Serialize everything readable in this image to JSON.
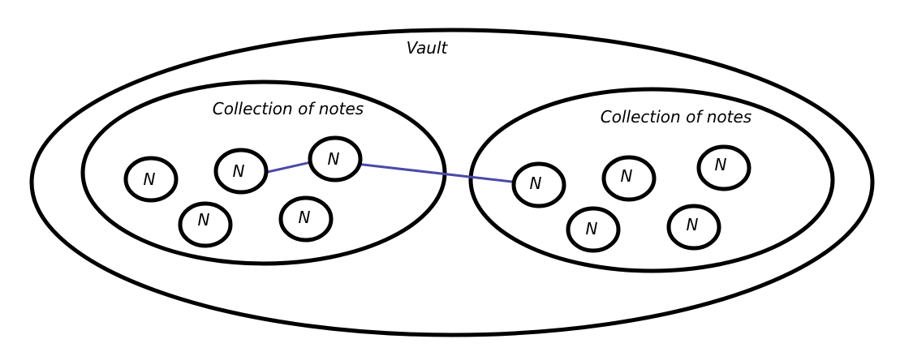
{
  "vault": {
    "label": "Vault"
  },
  "collections": [
    {
      "label": "Collection of notes"
    },
    {
      "label": "Collection of notes"
    }
  ],
  "notes": [
    {
      "label": "N"
    },
    {
      "label": "N"
    },
    {
      "label": "N"
    },
    {
      "label": "N"
    },
    {
      "label": "N"
    },
    {
      "label": "N"
    },
    {
      "label": "N"
    },
    {
      "label": "N"
    },
    {
      "label": "N"
    },
    {
      "label": "N"
    }
  ],
  "colors": {
    "outline": "#000000",
    "link": "#4a4aa8"
  },
  "links": [
    {
      "from": 1,
      "to": 2
    },
    {
      "from": 2,
      "to": 5
    }
  ]
}
